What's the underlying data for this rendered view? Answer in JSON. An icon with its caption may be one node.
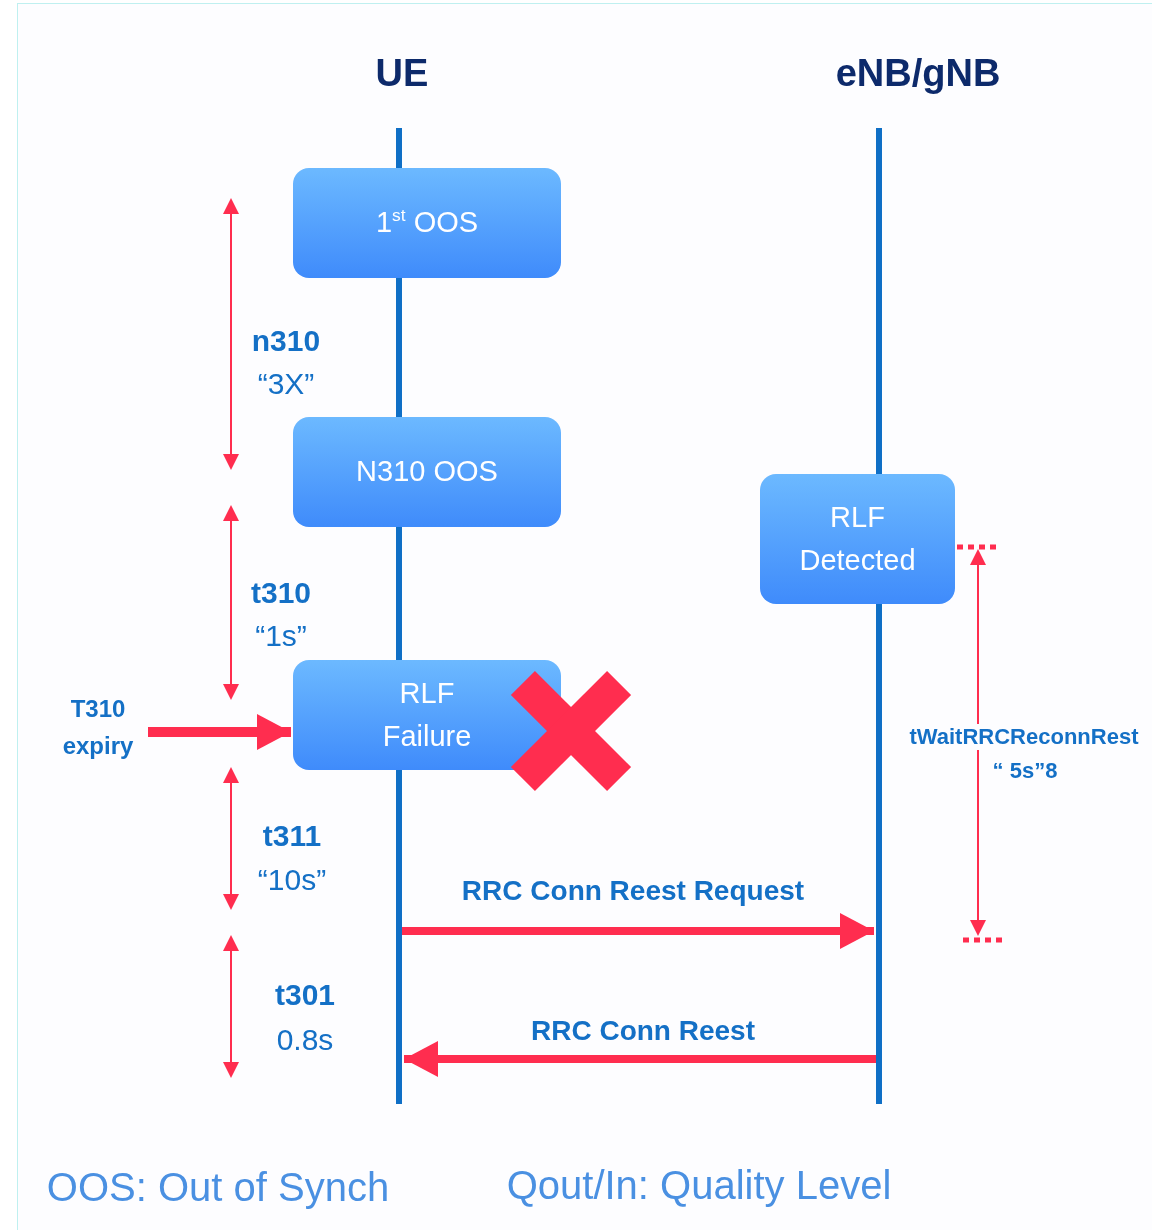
{
  "diagram": {
    "nodes": [
      {
        "text": [],
        "shape": "bar",
        "beside": [
          "UE"
        ]
      },
      {
        "text": [],
        "shape": "bar",
        "beside": [
          "eNB/gNB"
        ]
      },
      {
        "text": [
          "1$^{st}$ OOS"
        ]
      },
      {
        "text": [
          "N310 OOS"
        ]
      },
      {
        "text": [
          "RLF Detected"
        ]
      },
      {
        "text": [
          "T310 expiry"
        ]
      },
      {
        "text": [
          "RLF Failure"
        ]
      }
    ],
    "edges": [
      {
        "from": 5,
        "to": 6,
        "arrow": "to"
      },
      {
        "from": 0,
        "to": 1,
        "arrow": "to",
        "label": "RRC Conn Reest Request"
      },
      {
        "from": 1,
        "to": 0,
        "arrow": "to",
        "label": "RRC Conn Reest"
      }
    ],
    "labels": [
      "n310",
      "“3X”",
      "t310",
      "“1s”",
      "tWaitRRCReconnRest",
      "“ 5s”8",
      "t311",
      "“10s”",
      "t301",
      "0.8s",
      "OOS: Out of Synch",
      "Qout/In: Quality Level"
    ]
  }
}
